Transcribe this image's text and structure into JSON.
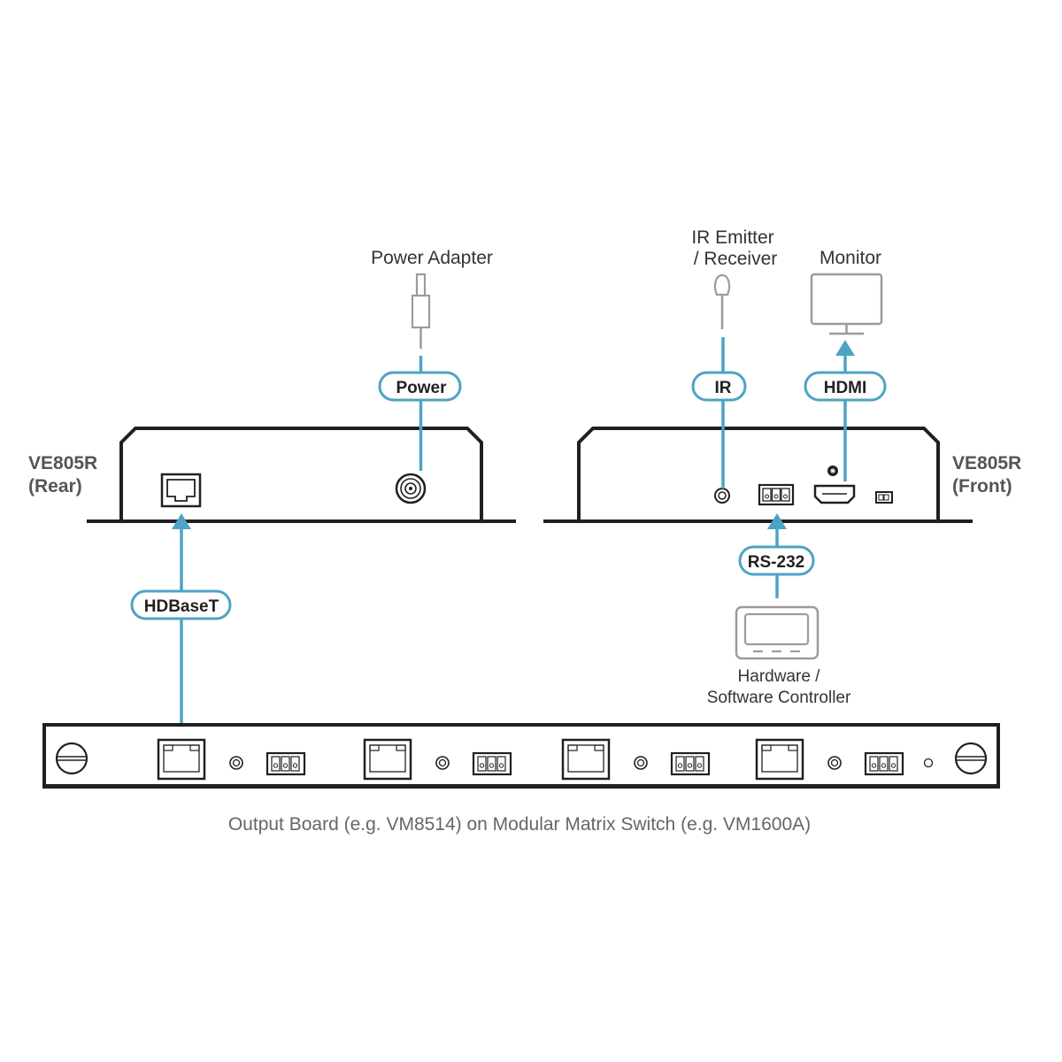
{
  "colors": {
    "cable": "#4ea3c4",
    "device_outline": "#231f20",
    "peripheral_outline": "#9b9b9b",
    "label_text": "#231f20"
  },
  "devices": {
    "rear": {
      "name": "VE805R",
      "side": "(Rear)"
    },
    "front": {
      "name": "VE805R",
      "side": "(Front)"
    }
  },
  "peripherals": {
    "power_adapter": "Power Adapter",
    "ir_line1": "IR Emitter",
    "ir_line2": "/ Receiver",
    "monitor": "Monitor",
    "controller_line1": "Hardware /",
    "controller_line2": "Software Controller"
  },
  "connections": {
    "power": "Power",
    "ir": "IR",
    "hdmi": "HDMI",
    "rs232": "RS-232",
    "hdbaset": "HDBaseT"
  },
  "output_board": {
    "caption": "Output Board (e.g. VM8514) on Modular Matrix Switch (e.g. VM1600A)",
    "port_groups": 4
  }
}
